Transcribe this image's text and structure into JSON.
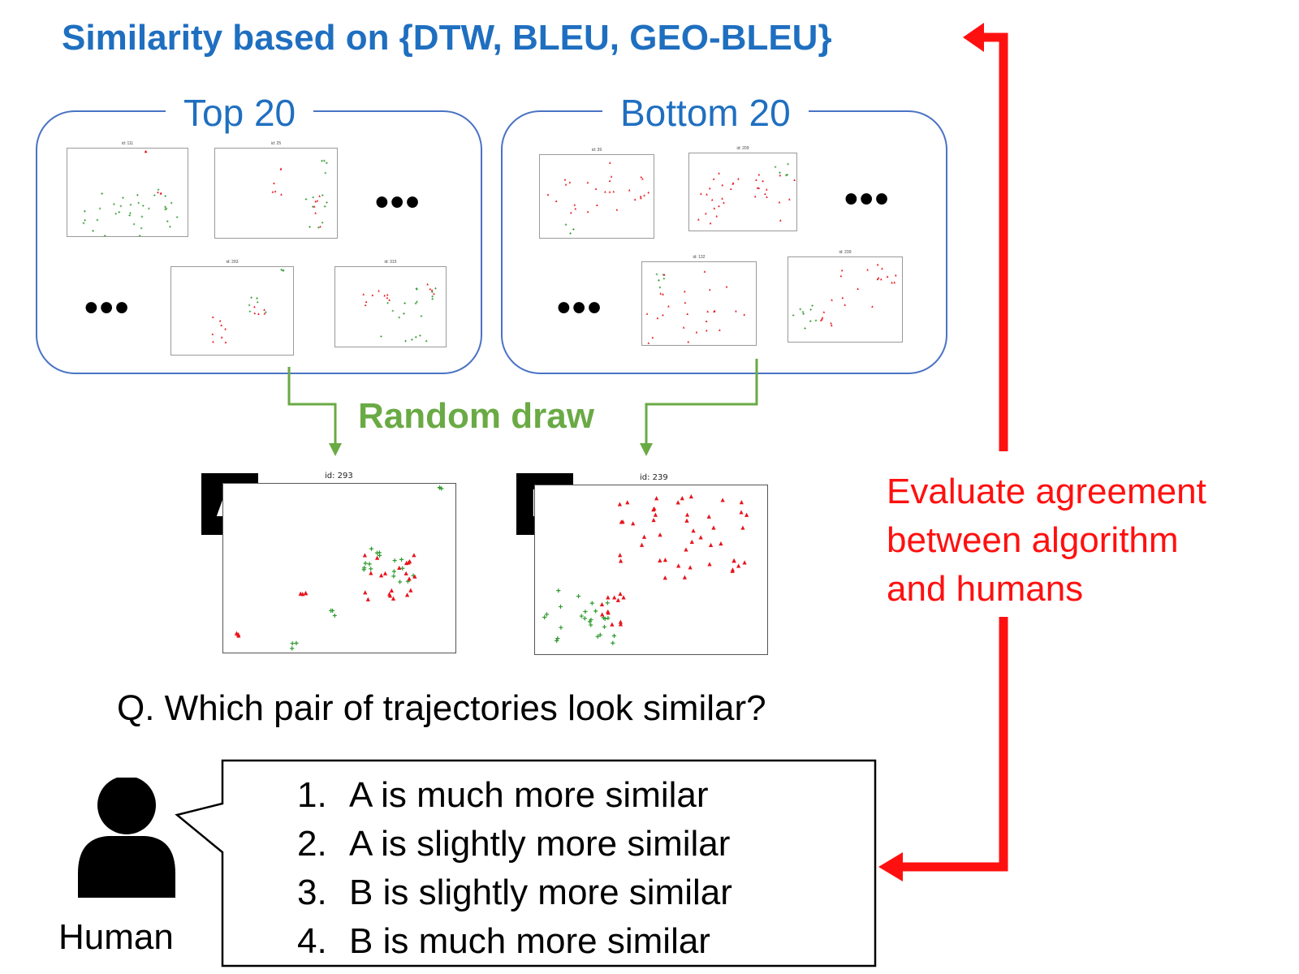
{
  "title": "Similarity based on {DTW, BLEU, GEO-BLEU}",
  "groups": {
    "top": {
      "label": "Top 20",
      "ellipsis": "•••",
      "thumbnails": [
        {
          "title": "id: 111"
        },
        {
          "title": "id: 25"
        },
        {
          "title": "id: 293"
        },
        {
          "title": "id: 315"
        }
      ]
    },
    "bottom": {
      "label": "Bottom 20",
      "ellipsis": "•••",
      "thumbnails": [
        {
          "title": "id: 39"
        },
        {
          "title": "id: 209"
        },
        {
          "title": "id: 132"
        },
        {
          "title": "id: 239"
        }
      ]
    }
  },
  "random_draw": "Random draw",
  "sample_a": {
    "letter": "A",
    "title": "id: 293"
  },
  "sample_b": {
    "letter": "B",
    "title": "id: 239"
  },
  "question": "Q. Which pair of trajectories look similar?",
  "evaluate": {
    "lines": [
      "Evaluate agreement",
      "between algorithm",
      "and humans"
    ]
  },
  "human_label": "Human",
  "options": [
    {
      "num": "1.",
      "text": "A is much more similar"
    },
    {
      "num": "2.",
      "text": "A is slightly more similar"
    },
    {
      "num": "3.",
      "text": "B is slightly more similar"
    },
    {
      "num": "4.",
      "text": "B is much more similar"
    }
  ],
  "colors": {
    "title": "#1f6fc0",
    "box_border": "#4a73c4",
    "random_draw": "#6aaa45",
    "arrow_red": "#ff1010",
    "trajectory_red": "#e8141c",
    "trajectory_green": "#2f9a2f"
  },
  "icons": {
    "human": "person-icon"
  }
}
